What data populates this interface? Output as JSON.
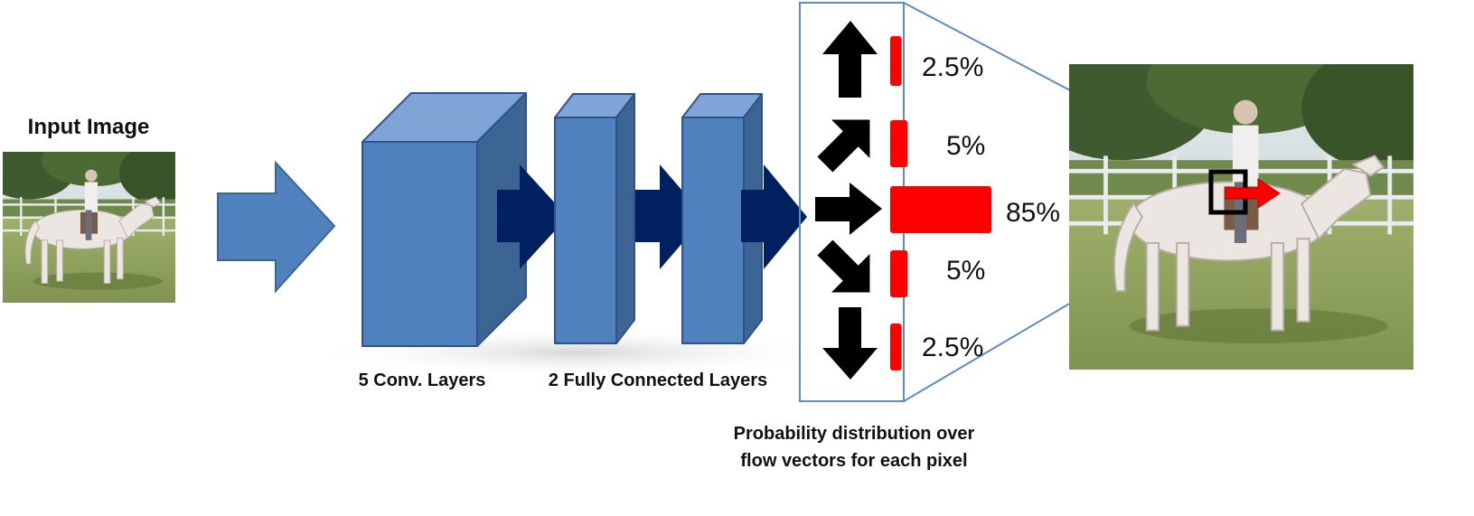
{
  "labels": {
    "input_image": "Input Image",
    "conv_layers": "5 Conv. Layers",
    "fc_layers": "2 Fully Connected Layers",
    "distribution_line1": "Probability distribution over",
    "distribution_line2": "flow vectors for each pixel"
  },
  "distribution": [
    {
      "direction": "up",
      "percent_label": "2.5%",
      "probability": 0.025
    },
    {
      "direction": "up-right",
      "percent_label": "5%",
      "probability": 0.05
    },
    {
      "direction": "right",
      "percent_label": "85%",
      "probability": 0.85
    },
    {
      "direction": "down-right",
      "percent_label": "5%",
      "probability": 0.05
    },
    {
      "direction": "down",
      "percent_label": "2.5%",
      "probability": 0.025
    }
  ],
  "colors": {
    "block_front": "#4f81bd",
    "block_top": "#7fa5d6",
    "block_side": "#3d6594",
    "block_stroke": "#2f528f",
    "input_arrow": "#4f81bd",
    "dark_arrow": "#002060",
    "bar": "#ff0000",
    "flow_arrow": "#000000",
    "panel_border": "#5b8cc6"
  }
}
